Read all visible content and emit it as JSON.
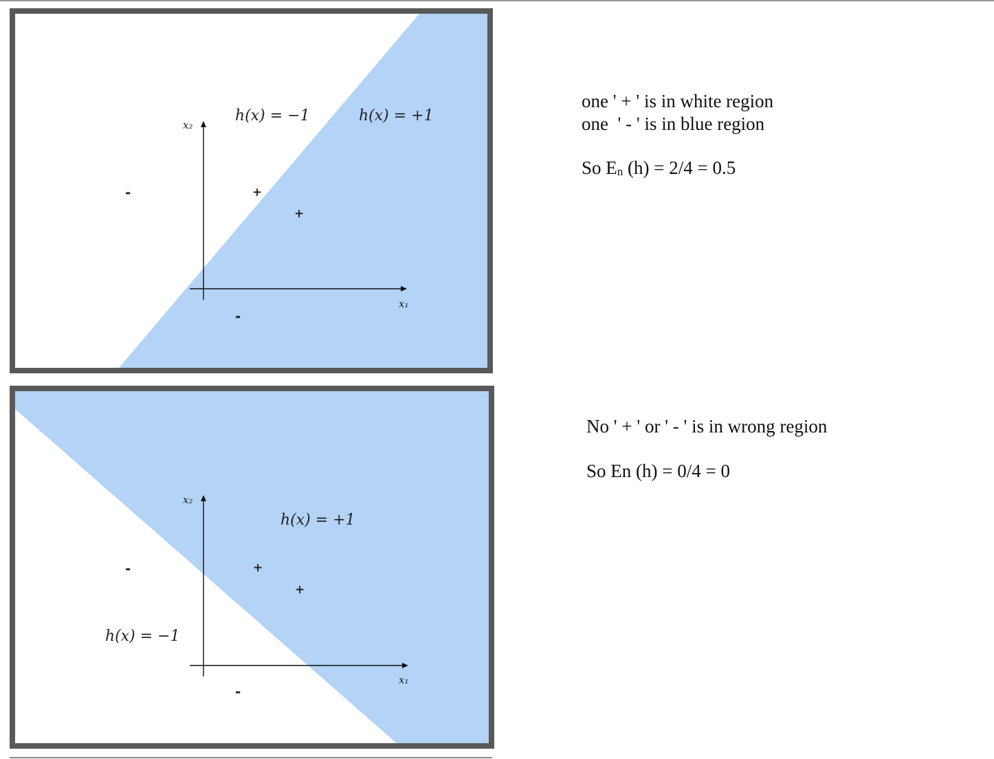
{
  "colors": {
    "background": "#ffffff",
    "frame": "#595959",
    "region_positive": "#b3d3f7",
    "axis": "#111111",
    "text": "#111111"
  },
  "panels": [
    {
      "label_minus": "h(x) = −1",
      "label_plus": "h(x) = +1",
      "axis_x_label": "x₁",
      "axis_y_label": "x₂",
      "points": [
        {
          "symbol": "-"
        },
        {
          "symbol": "+"
        },
        {
          "symbol": "+"
        },
        {
          "symbol": "-"
        }
      ]
    },
    {
      "label_minus": "h(x) = −1",
      "label_plus": "h(x) = +1",
      "axis_x_label": "x₁",
      "axis_y_label": "x₂",
      "points": [
        {
          "symbol": "-"
        },
        {
          "symbol": "+"
        },
        {
          "symbol": "+"
        },
        {
          "symbol": "-"
        }
      ]
    }
  ],
  "notes": {
    "panel1_line1": "one ' + ' is in white region",
    "panel1_line2": "one  ' - ' is in blue region",
    "panel1_result_prefix": "So E",
    "panel1_result_sub": "n",
    "panel1_result_suffix": " (h) = 2/4 = 0.5",
    "panel2_line1": "No ' + ' or ' - ' is in wrong region",
    "panel2_result": "So En (h) = 0/4 = 0"
  }
}
